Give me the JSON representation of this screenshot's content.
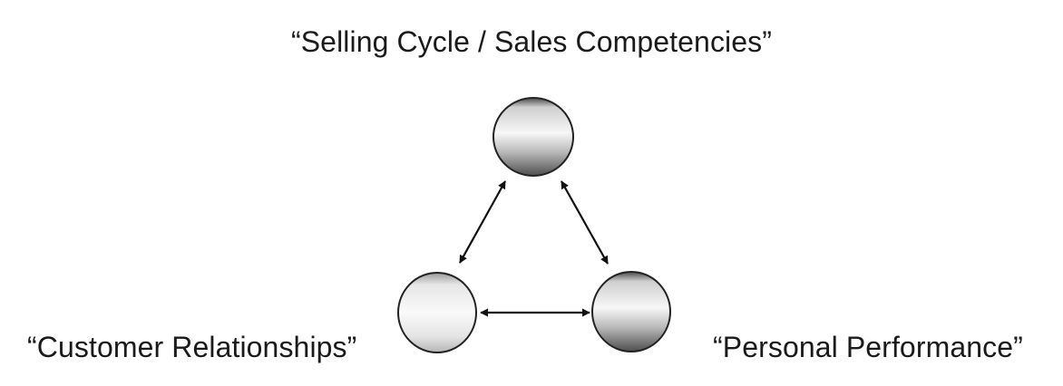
{
  "labels": {
    "top": "“Selling Cycle / Sales Competencies”",
    "left": "“Customer Relationships”",
    "right": "“Personal Performance”"
  },
  "colors": {
    "text": "#1a1a1a",
    "node_outline": "#222222",
    "node_light": "#f4f4f4",
    "node_dark": "#5a5a5a",
    "arrow": "#111111"
  }
}
